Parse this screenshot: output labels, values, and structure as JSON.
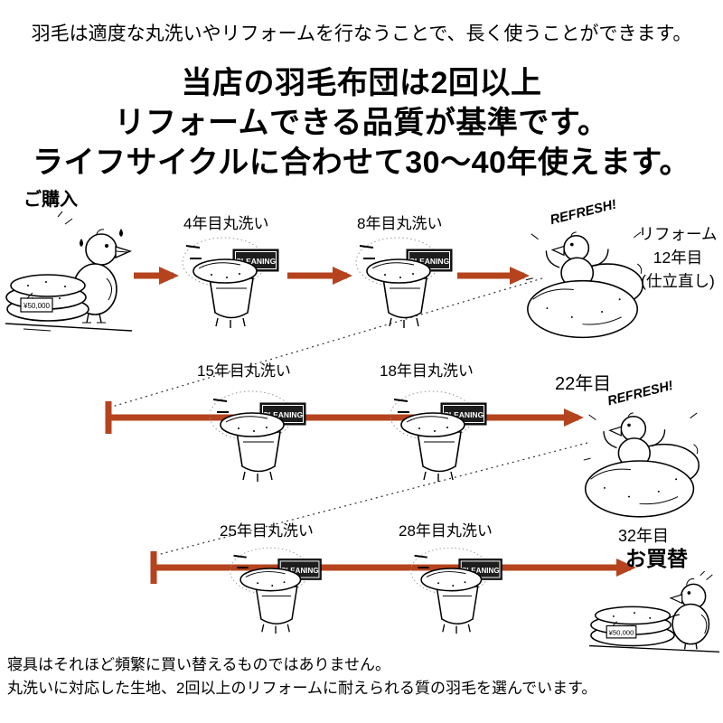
{
  "intro": "羽毛は適度な丸洗いやリフォームを行なうことで、長く使うことができます。",
  "headline": {
    "line1": "当店の羽毛布団は2回以上",
    "line2": "リフォームできる品質が基準です。",
    "line3": "ライフサイクルに合わせて30〜40年使えます。"
  },
  "diagram": {
    "purchase_label": "ご購入",
    "price_tag": "¥50,000",
    "cleaning_sign": "CLEANING",
    "refresh_text": "REFRESH!",
    "row1": {
      "wash1_label": "4年目丸洗い",
      "wash2_label": "8年目丸洗い",
      "reform_line1": "リフォーム",
      "reform_line2": "12年目",
      "reform_line3": "(仕立直し)"
    },
    "row2": {
      "wash1_label": "15年目丸洗い",
      "wash2_label": "18年目丸洗い",
      "year_label": "22年目"
    },
    "row3": {
      "wash1_label": "25年目丸洗い",
      "wash2_label": "28年目丸洗い",
      "year_label": "32年目",
      "replace_label": "お買替"
    }
  },
  "footer": {
    "line1": "寝具はそれほど頻繁に買い替えるものではありません。",
    "line2": "丸洗いに対応した生地、2回以上のリフォームに耐えられる質の羽毛を選んでいます。"
  },
  "colors": {
    "arrow": "#b5431d",
    "ink": "#000000"
  }
}
